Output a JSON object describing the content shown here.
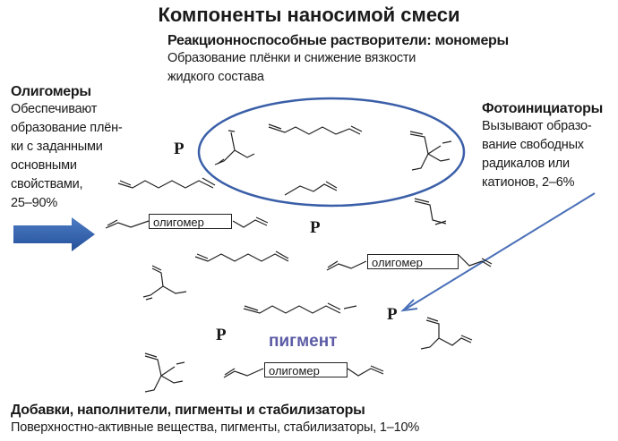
{
  "title": "Компоненты наносимой смеси",
  "monomers": {
    "heading": "Реакционноспособные растворители: мономеры",
    "lines": [
      "Образование плёнки и снижение вязкости",
      "жидкого состава"
    ]
  },
  "oligomers": {
    "heading": "Олигомеры",
    "lines": [
      "Обеспечивают",
      "образование плён-",
      "ки с заданными",
      "основными",
      "свойствами,",
      "25–90%"
    ]
  },
  "photoinitiators": {
    "heading": "Фотоинициаторы",
    "lines": [
      "Вызывают образо-",
      "вание свободных",
      "радикалов или",
      "катионов, 2–6%"
    ]
  },
  "additives": {
    "heading": "Добавки, наполнители, пигменты и стабилизаторы",
    "line": "Поверхностно-активные вещества, пигменты, стабилизаторы, 1–10%"
  },
  "diagram": {
    "oligomer_label": "олигомер",
    "photoinitiator_symbol": "P",
    "pigment_label": "пигмент"
  },
  "colors": {
    "accent_blue": "#3a5fa8",
    "pigment": "#5b5ba6"
  }
}
